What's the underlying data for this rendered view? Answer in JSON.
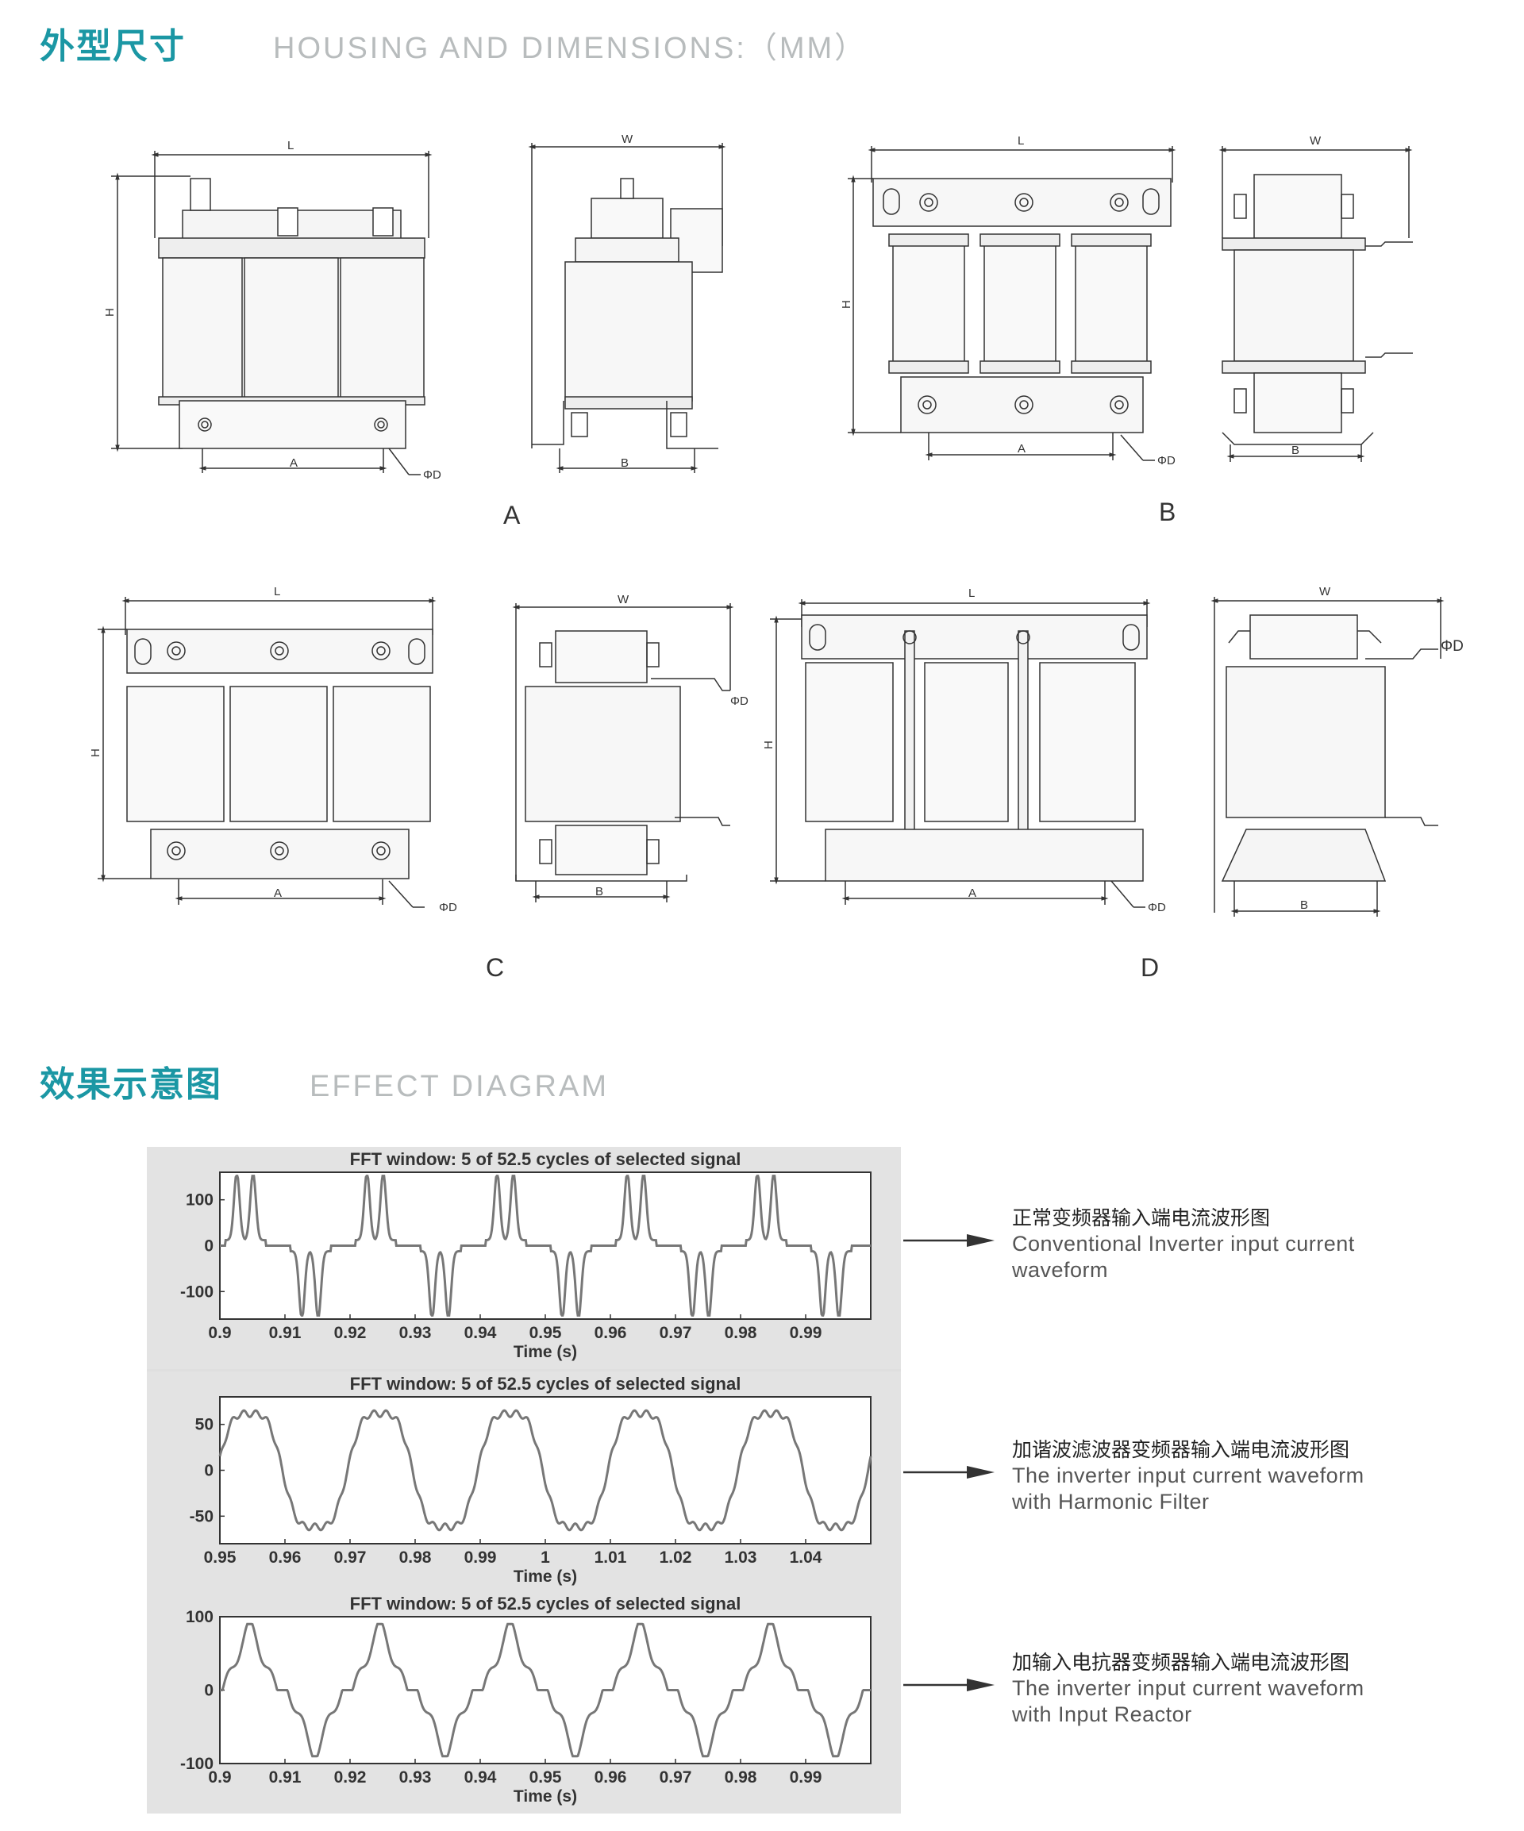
{
  "housing": {
    "title_cn": "外型尺寸",
    "title_en": "HOUSING AND DIMENSIONS:（MM）",
    "figures": [
      {
        "label": "A",
        "dims": {
          "L": "L",
          "W": "W",
          "H": "H",
          "A": "A",
          "B": "B",
          "D": "ΦD"
        }
      },
      {
        "label": "B",
        "dims": {
          "L": "L",
          "W": "W",
          "H": "H",
          "A": "A",
          "B": "B",
          "D": "ΦD"
        }
      },
      {
        "label": "C",
        "dims": {
          "L": "L",
          "W": "W",
          "H": "H",
          "A": "A",
          "B": "B",
          "D": "ΦD",
          "D2": "ΦD"
        }
      },
      {
        "label": "D",
        "dims": {
          "L": "L",
          "W": "W",
          "H": "H",
          "A": "A",
          "B": "B",
          "D": "ΦD",
          "D2": "ΦD"
        }
      }
    ]
  },
  "effect": {
    "title_cn": "效果示意图",
    "title_en": "EFFECT DIAGRAM",
    "descriptions": [
      {
        "cn": "正常变频器输入端电流波形图",
        "en_lines": [
          "Conventional Inverter input current",
          "waveform"
        ]
      },
      {
        "cn": "加谐波滤波器变频器输入端电流波形图",
        "en_lines": [
          "The  inverter input current waveform",
          "with Harmonic Filter"
        ]
      },
      {
        "cn": "加输入电抗器变频器输入端电流波形图",
        "en_lines": [
          "The inverter input current waveform",
          "with Input Reactor"
        ]
      }
    ]
  },
  "chart_data": [
    {
      "type": "line",
      "title": "FFT window: 5 of 52.5 cycles of selected signal",
      "xlabel": "Time (s)",
      "ylabel": "",
      "xlim": [
        0.9,
        1.0
      ],
      "ylim": [
        -160,
        160
      ],
      "xticks": [
        "0.9",
        "0.91",
        "0.92",
        "0.93",
        "0.94",
        "0.95",
        "0.96",
        "0.97",
        "0.98",
        "0.99"
      ],
      "xtick_values": [
        0.9,
        0.91,
        0.92,
        0.93,
        0.94,
        0.95,
        0.96,
        0.97,
        0.98,
        0.99
      ],
      "yticks": [
        "100",
        "0",
        "-100"
      ],
      "ytick_values": [
        100,
        0,
        -100
      ],
      "waveform": "double-pulse",
      "period": 0.02,
      "amplitude": 140,
      "line_color": "#777777"
    },
    {
      "type": "line",
      "title": "FFT window: 5 of 52.5 cycles of selected signal",
      "xlabel": "Time (s)",
      "ylabel": "",
      "xlim": [
        0.95,
        1.05
      ],
      "ylim": [
        -80,
        80
      ],
      "xticks": [
        "0.95",
        "0.96",
        "0.97",
        "0.98",
        "0.99",
        "1",
        "1.01",
        "1.02",
        "1.03",
        "1.04"
      ],
      "xtick_values": [
        0.95,
        0.96,
        0.97,
        0.98,
        0.99,
        1.0,
        1.01,
        1.02,
        1.03,
        1.04
      ],
      "yticks": [
        "50",
        "0",
        "-50"
      ],
      "ytick_values": [
        50,
        0,
        -50
      ],
      "waveform": "near-sine",
      "period": 0.02,
      "amplitude": 70,
      "line_color": "#777777"
    },
    {
      "type": "line",
      "title": "FFT window: 5 of 52.5 cycles of selected signal",
      "xlabel": "Time (s)",
      "ylabel": "",
      "xlim": [
        0.9,
        1.0
      ],
      "ylim": [
        -100,
        100
      ],
      "xticks": [
        "0.9",
        "0.91",
        "0.92",
        "0.93",
        "0.94",
        "0.95",
        "0.96",
        "0.97",
        "0.98",
        "0.99"
      ],
      "xtick_values": [
        0.9,
        0.91,
        0.92,
        0.93,
        0.94,
        0.95,
        0.96,
        0.97,
        0.98,
        0.99
      ],
      "yticks": [
        "100",
        "0",
        "-100"
      ],
      "ytick_values": [
        100,
        0,
        -100
      ],
      "waveform": "smoothed-pulse",
      "period": 0.02,
      "amplitude": 90,
      "line_color": "#777777"
    }
  ]
}
